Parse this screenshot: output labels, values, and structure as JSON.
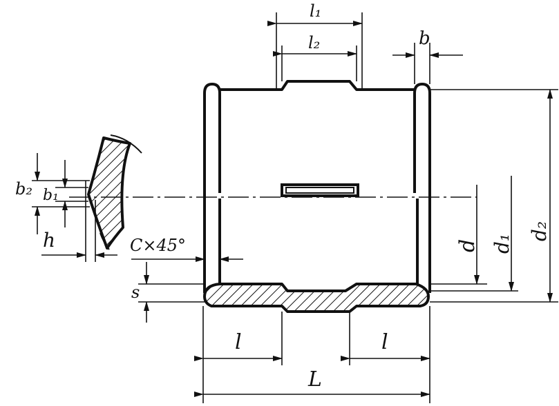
{
  "colors": {
    "ink": "#111111",
    "paper": "#ffffff"
  },
  "labels": {
    "l1": "l₁",
    "l2": "l₂",
    "b": "b",
    "b2": "b₂",
    "b1": "b₁",
    "h": "h",
    "chamfer": "C×45°",
    "s": "s",
    "d": "d",
    "d1": "d₁",
    "d2": "d₂",
    "l_left": "l",
    "l_right": "l",
    "L": "L"
  }
}
